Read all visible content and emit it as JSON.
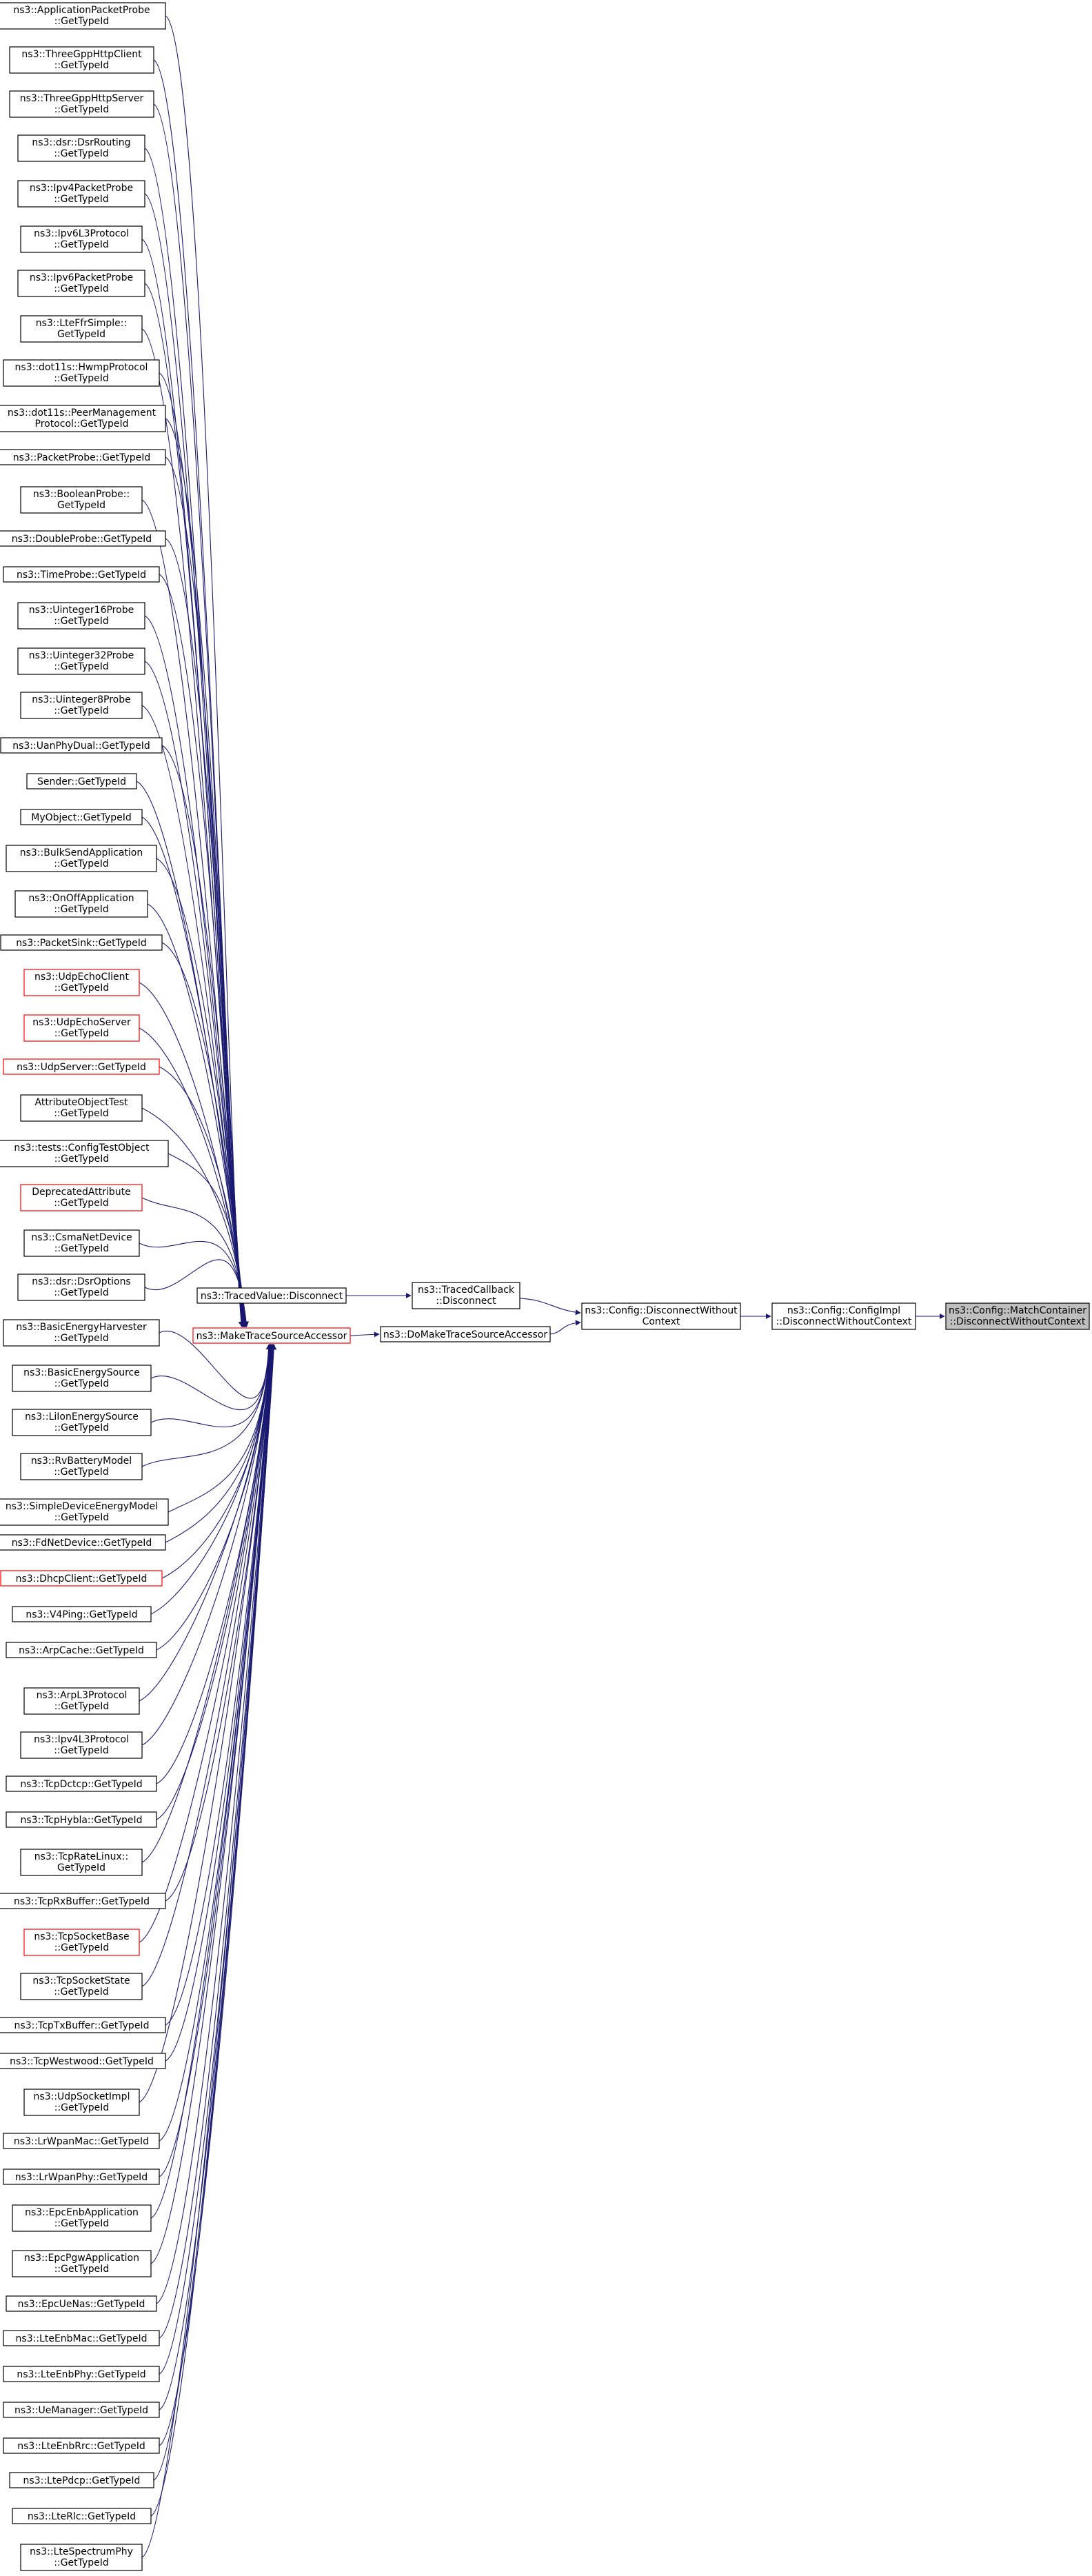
{
  "colors": {
    "edge": "#191970",
    "node_border": "#000000",
    "node_border_undocumented": "#ff0000",
    "node_fill": "#ffffff",
    "focus_fill": "#bfbfbf",
    "text": "#000000"
  },
  "graph": {
    "focus": [
      "ns3::Config::MatchContainer",
      "::DisconnectWithoutContext"
    ],
    "chain": [
      {
        "id": "config_impl",
        "lines": [
          "ns3::Config::ConfigImpl",
          "::DisconnectWithoutContext"
        ]
      },
      {
        "id": "config_disconnect",
        "lines": [
          "ns3::Config::DisconnectWithout",
          "Context"
        ]
      },
      {
        "id": "traced_callback",
        "lines": [
          "ns3::TracedCallback",
          "::Disconnect"
        ]
      },
      {
        "id": "do_make_trace",
        "lines": [
          "ns3::DoMakeTraceSourceAccessor"
        ]
      },
      {
        "id": "traced_value",
        "lines": [
          "ns3::TracedValue::Disconnect"
        ]
      },
      {
        "id": "make_trace",
        "lines": [
          "ns3::MakeTraceSourceAccessor"
        ],
        "undocumented": true
      }
    ],
    "callers": [
      {
        "lines": [
          "ns3::ApplicationPacketProbe",
          "::GetTypeId"
        ]
      },
      {
        "lines": [
          "ns3::ThreeGppHttpClient",
          "::GetTypeId"
        ]
      },
      {
        "lines": [
          "ns3::ThreeGppHttpServer",
          "::GetTypeId"
        ]
      },
      {
        "lines": [
          "ns3::dsr::DsrRouting",
          "::GetTypeId"
        ]
      },
      {
        "lines": [
          "ns3::Ipv4PacketProbe",
          "::GetTypeId"
        ]
      },
      {
        "lines": [
          "ns3::Ipv6L3Protocol",
          "::GetTypeId"
        ]
      },
      {
        "lines": [
          "ns3::Ipv6PacketProbe",
          "::GetTypeId"
        ]
      },
      {
        "lines": [
          "ns3::LteFfrSimple::",
          "GetTypeId"
        ]
      },
      {
        "lines": [
          "ns3::dot11s::HwmpProtocol",
          "::GetTypeId"
        ]
      },
      {
        "lines": [
          "ns3::dot11s::PeerManagement",
          "Protocol::GetTypeId"
        ]
      },
      {
        "lines": [
          "ns3::PacketProbe::GetTypeId"
        ]
      },
      {
        "lines": [
          "ns3::BooleanProbe::",
          "GetTypeId"
        ]
      },
      {
        "lines": [
          "ns3::DoubleProbe::GetTypeId"
        ]
      },
      {
        "lines": [
          "ns3::TimeProbe::GetTypeId"
        ]
      },
      {
        "lines": [
          "ns3::Uinteger16Probe",
          "::GetTypeId"
        ]
      },
      {
        "lines": [
          "ns3::Uinteger32Probe",
          "::GetTypeId"
        ]
      },
      {
        "lines": [
          "ns3::Uinteger8Probe",
          "::GetTypeId"
        ]
      },
      {
        "lines": [
          "ns3::UanPhyDual::GetTypeId"
        ]
      },
      {
        "lines": [
          "Sender::GetTypeId"
        ]
      },
      {
        "lines": [
          "MyObject::GetTypeId"
        ]
      },
      {
        "lines": [
          "ns3::BulkSendApplication",
          "::GetTypeId"
        ]
      },
      {
        "lines": [
          "ns3::OnOffApplication",
          "::GetTypeId"
        ]
      },
      {
        "lines": [
          "ns3::PacketSink::GetTypeId"
        ]
      },
      {
        "lines": [
          "ns3::UdpEchoClient",
          "::GetTypeId"
        ],
        "undocumented": true
      },
      {
        "lines": [
          "ns3::UdpEchoServer",
          "::GetTypeId"
        ],
        "undocumented": true
      },
      {
        "lines": [
          "ns3::UdpServer::GetTypeId"
        ],
        "undocumented": true
      },
      {
        "lines": [
          "AttributeObjectTest",
          "::GetTypeId"
        ]
      },
      {
        "lines": [
          "ns3::tests::ConfigTestObject",
          "::GetTypeId"
        ]
      },
      {
        "lines": [
          "DeprecatedAttribute",
          "::GetTypeId"
        ],
        "undocumented": true
      },
      {
        "lines": [
          "ns3::CsmaNetDevice",
          "::GetTypeId"
        ]
      },
      {
        "lines": [
          "ns3::dsr::DsrOptions",
          "::GetTypeId"
        ]
      },
      {
        "lines": [
          "ns3::BasicEnergyHarvester",
          "::GetTypeId"
        ]
      },
      {
        "lines": [
          "ns3::BasicEnergySource",
          "::GetTypeId"
        ]
      },
      {
        "lines": [
          "ns3::LiIonEnergySource",
          "::GetTypeId"
        ]
      },
      {
        "lines": [
          "ns3::RvBatteryModel",
          "::GetTypeId"
        ]
      },
      {
        "lines": [
          "ns3::SimpleDeviceEnergyModel",
          "::GetTypeId"
        ]
      },
      {
        "lines": [
          "ns3::FdNetDevice::GetTypeId"
        ]
      },
      {
        "lines": [
          "ns3::DhcpClient::GetTypeId"
        ],
        "undocumented": true
      },
      {
        "lines": [
          "ns3::V4Ping::GetTypeId"
        ]
      },
      {
        "lines": [
          "ns3::ArpCache::GetTypeId"
        ]
      },
      {
        "lines": [
          "ns3::ArpL3Protocol",
          "::GetTypeId"
        ]
      },
      {
        "lines": [
          "ns3::Ipv4L3Protocol",
          "::GetTypeId"
        ]
      },
      {
        "lines": [
          "ns3::TcpDctcp::GetTypeId"
        ]
      },
      {
        "lines": [
          "ns3::TcpHybla::GetTypeId"
        ]
      },
      {
        "lines": [
          "ns3::TcpRateLinux::",
          "GetTypeId"
        ]
      },
      {
        "lines": [
          "ns3::TcpRxBuffer::GetTypeId"
        ]
      },
      {
        "lines": [
          "ns3::TcpSocketBase",
          "::GetTypeId"
        ],
        "undocumented": true
      },
      {
        "lines": [
          "ns3::TcpSocketState",
          "::GetTypeId"
        ]
      },
      {
        "lines": [
          "ns3::TcpTxBuffer::GetTypeId"
        ]
      },
      {
        "lines": [
          "ns3::TcpWestwood::GetTypeId"
        ]
      },
      {
        "lines": [
          "ns3::UdpSocketImpl",
          "::GetTypeId"
        ]
      },
      {
        "lines": [
          "ns3::LrWpanMac::GetTypeId"
        ]
      },
      {
        "lines": [
          "ns3::LrWpanPhy::GetTypeId"
        ]
      },
      {
        "lines": [
          "ns3::EpcEnbApplication",
          "::GetTypeId"
        ]
      },
      {
        "lines": [
          "ns3::EpcPgwApplication",
          "::GetTypeId"
        ]
      },
      {
        "lines": [
          "ns3::EpcUeNas::GetTypeId"
        ]
      },
      {
        "lines": [
          "ns3::LteEnbMac::GetTypeId"
        ]
      },
      {
        "lines": [
          "ns3::LteEnbPhy::GetTypeId"
        ]
      },
      {
        "lines": [
          "ns3::UeManager::GetTypeId"
        ]
      },
      {
        "lines": [
          "ns3::LteEnbRrc::GetTypeId"
        ]
      },
      {
        "lines": [
          "ns3::LtePdcp::GetTypeId"
        ]
      },
      {
        "lines": [
          "ns3::LteRlc::GetTypeId"
        ]
      },
      {
        "lines": [
          "ns3::LteSpectrumPhy",
          "::GetTypeId"
        ]
      }
    ]
  }
}
